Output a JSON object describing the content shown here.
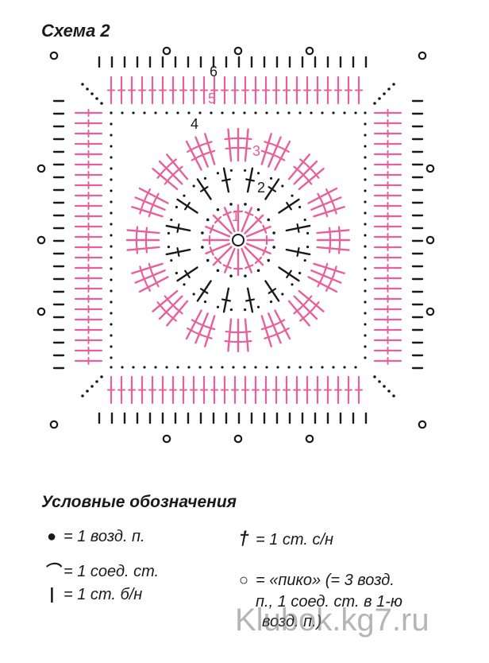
{
  "title": "Схема 2",
  "round_labels": [
    "1",
    "2",
    "3",
    "4",
    "5",
    "6"
  ],
  "colors": {
    "pink": "#e7609a",
    "black": "#1a1a1a"
  },
  "legend": {
    "title": "Условные обозначения",
    "items": [
      {
        "symbol": "dot-icon",
        "text": "= 1 возд. п."
      },
      {
        "symbol": "arc-icon",
        "text": "= 1 соед. ст."
      },
      {
        "symbol": "bar-icon",
        "text": "= 1 ст. б/н"
      },
      {
        "symbol": "cross-icon",
        "text": "= 1 ст. с/н"
      },
      {
        "symbol": "ring-icon",
        "text": "= «пико» (= 3 возд.",
        "continued": [
          "п., 1 соед. ст. в 1-ю",
          "возд. п.)"
        ]
      }
    ]
  },
  "watermark": "Klubok.kg7.ru"
}
